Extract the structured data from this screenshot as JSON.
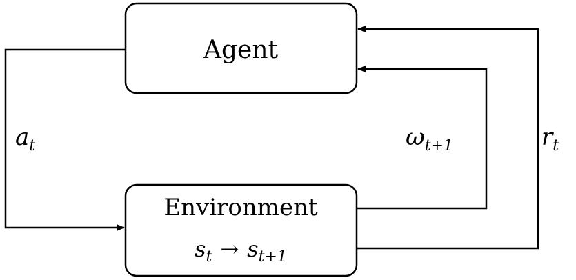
{
  "nodes": {
    "agent": {
      "label": "Agent"
    },
    "environment": {
      "label": "Environment",
      "transition": {
        "from": "s",
        "from_sub": "t",
        "arrow": "→",
        "to": "s",
        "to_sub": "t+1"
      }
    }
  },
  "edges": {
    "action": {
      "symbol": "a",
      "sub": "t"
    },
    "observation": {
      "symbol": "ω",
      "sub": "t+1"
    },
    "reward": {
      "symbol": "r",
      "sub": "t"
    }
  }
}
